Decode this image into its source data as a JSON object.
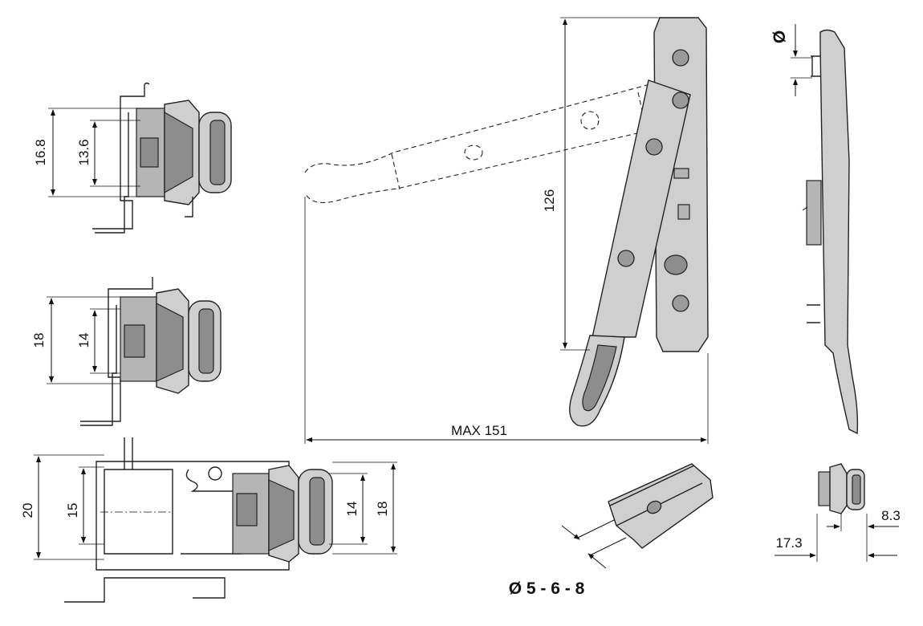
{
  "dimensions": {
    "detail_a": {
      "outer": "16.8",
      "inner": "13.6"
    },
    "detail_b": {
      "outer": "18",
      "inner": "14"
    },
    "detail_c": {
      "left_outer": "20",
      "left_inner": "15",
      "right_inner": "14",
      "right_outer": "18"
    },
    "stay_height": "126",
    "stay_length": "MAX 151",
    "side_view_symbol": "Ø",
    "small_view": {
      "width_a": "8.3",
      "width_b": "17.3"
    },
    "hole_diameters": "Ø 5 - 6 - 8"
  },
  "colors": {
    "ink": "#111111",
    "metal": "#cfcfcf",
    "metal_dark": "#8d8d8d",
    "background": "#ffffff"
  }
}
